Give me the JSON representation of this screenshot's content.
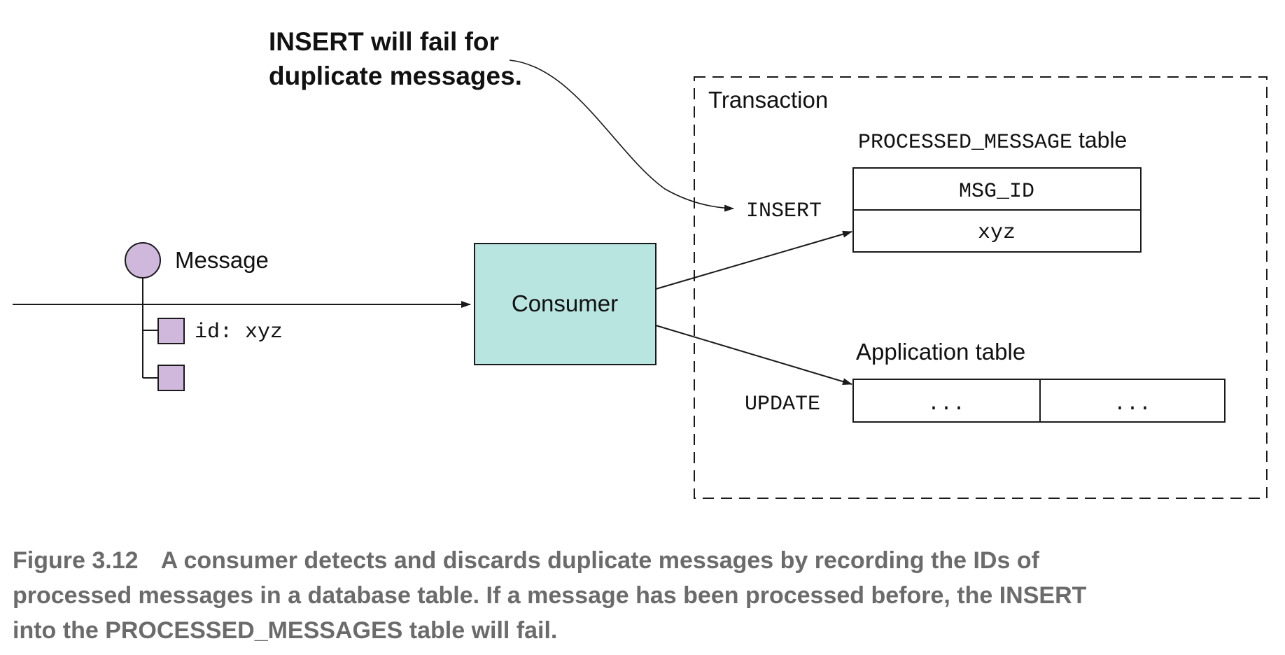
{
  "callout": {
    "line1": "INSERT will fail for",
    "line2": "duplicate messages."
  },
  "message": {
    "label": "Message",
    "header": "id: xyz"
  },
  "consumer": {
    "label": "Consumer"
  },
  "transaction": {
    "label": "Transaction",
    "insert_label": "INSERT",
    "update_label": "UPDATE",
    "processed_table": {
      "name": "PROCESSED_MESSAGE",
      "suffix": " table",
      "column": "MSG_ID",
      "value": "xyz"
    },
    "application_table": {
      "name": "Application table",
      "cell1": "...",
      "cell2": "..."
    }
  },
  "caption": {
    "figure_label": "Figure 3.12",
    "line1": "A consumer detects and discards duplicate messages by recording the IDs of",
    "line2": "processed messages in a database table. If a message has been processed before, the INSERT",
    "line3": "into the PROCESSED_MESSAGES table will fail."
  },
  "colors": {
    "message_fill": "#cfb8dc",
    "consumer_fill": "#b9e5e1",
    "caption_text": "#6b6b6b",
    "line": "#1a1a1a"
  }
}
